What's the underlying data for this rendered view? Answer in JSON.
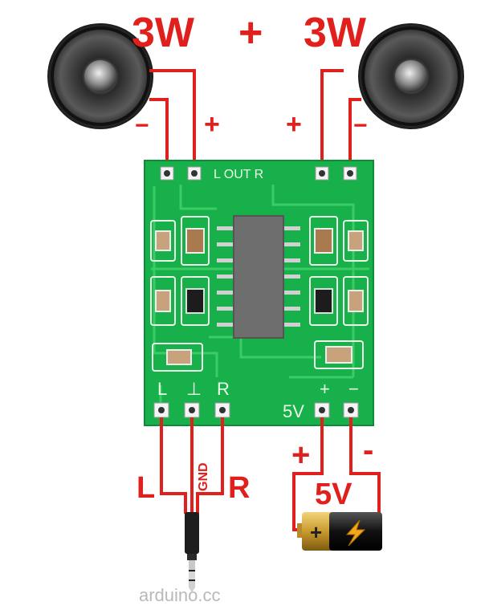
{
  "diagram": {
    "power_left": "3W",
    "power_plus": "+",
    "power_right": "3W",
    "speaker_left_minus": "−",
    "speaker_left_plus": "+",
    "speaker_right_plus": "+",
    "speaker_right_minus": "−",
    "board_out_label": "L OUT R",
    "board_input_labels": [
      "L",
      "⊥",
      "R"
    ],
    "board_power_label": "5V",
    "board_plus": "+",
    "board_minus": "−",
    "jack_left": "L",
    "jack_gnd": "GND",
    "jack_right": "R",
    "battery_plus_label": "+",
    "battery_minus_label": "-",
    "battery_voltage": "5V",
    "battery_plus_symbol": "+",
    "watermark": "arduino.cc",
    "colors": {
      "wire": "#e0201c",
      "pcb": "#18b04a",
      "battery_gold": "#c99a2e",
      "battery_black": "#111111"
    }
  }
}
